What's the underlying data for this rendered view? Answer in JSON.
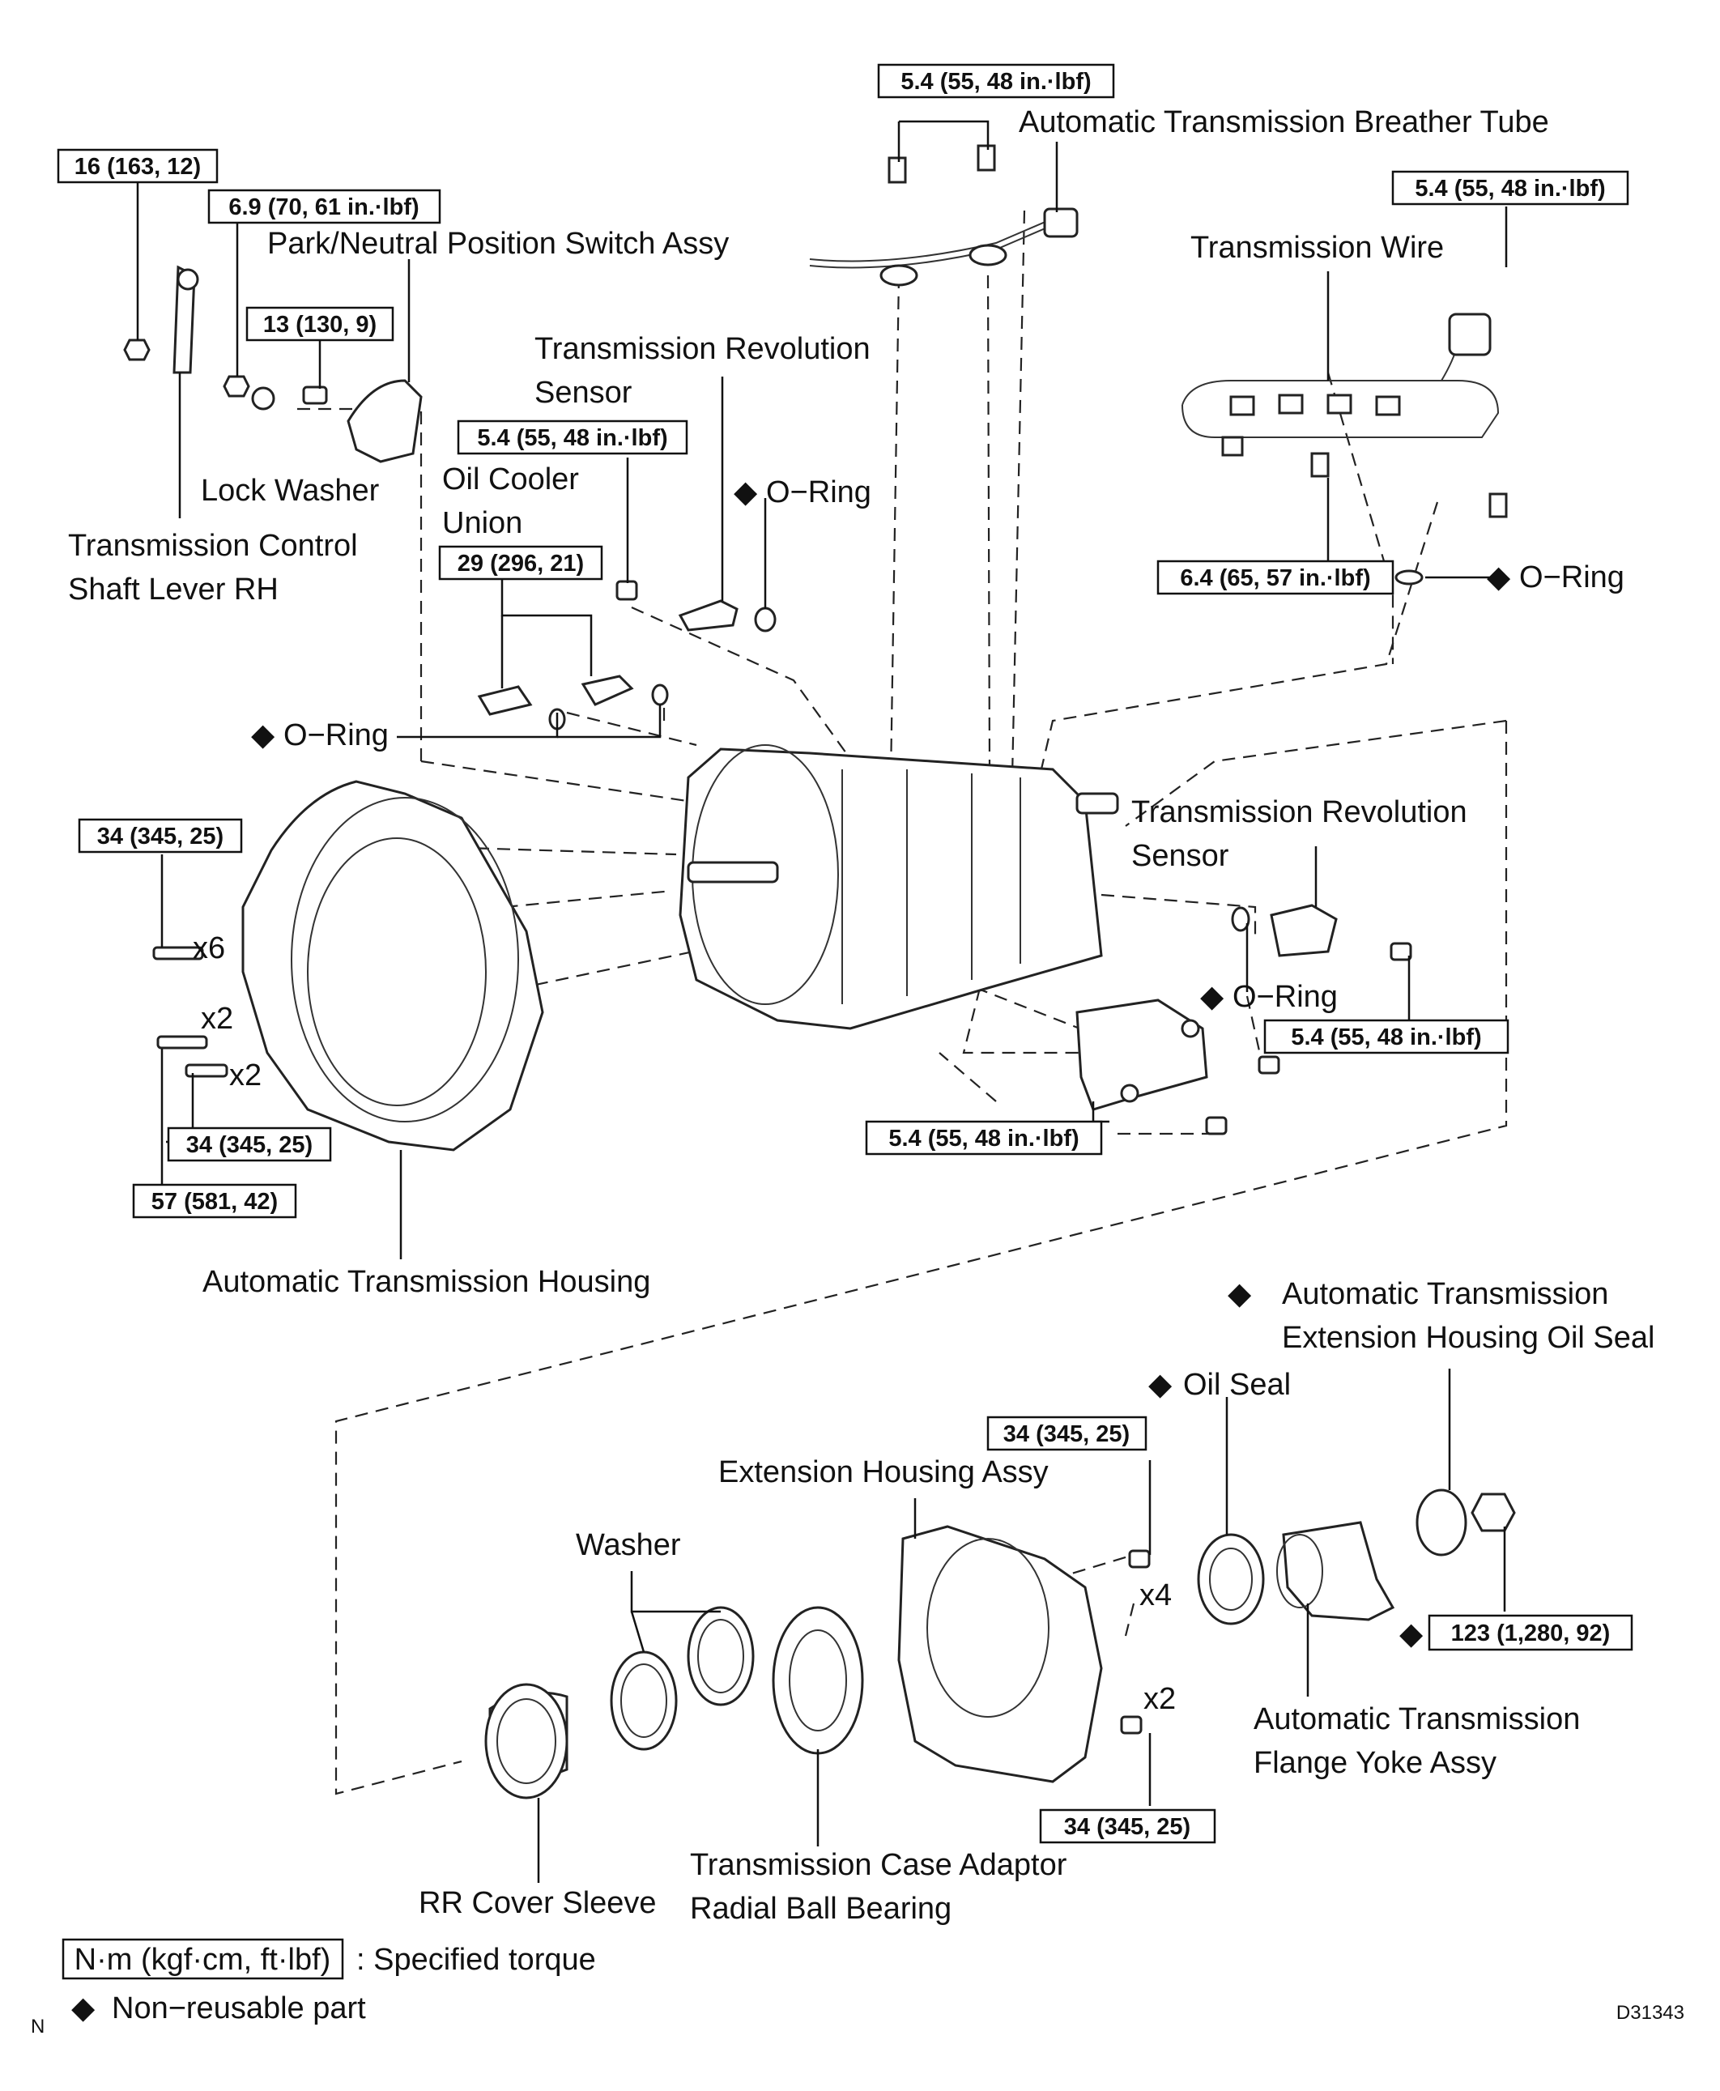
{
  "labels": {
    "breather_tube": "Automatic Transmission Breather Tube",
    "transmission_wire": "Transmission Wire",
    "pn_switch": "Park/Neutral Position Switch Assy",
    "rev_sensor_upper_1": "Transmission Revolution",
    "rev_sensor_upper_2": "Sensor",
    "oil_cooler_1": "Oil Cooler",
    "oil_cooler_2": "Union",
    "lock_washer": "Lock Washer",
    "control_lever_1": "Transmission Control",
    "control_lever_2": "Shaft Lever RH",
    "o_ring": "O−Ring",
    "rev_sensor_lower_1": "Transmission Revolution",
    "rev_sensor_lower_2": "Sensor",
    "housing": "Automatic Transmission Housing",
    "ext_seal_1": "Automatic Transmission",
    "ext_seal_2": "Extension Housing Oil Seal",
    "oil_seal": "Oil Seal",
    "ext_housing": "Extension Housing Assy",
    "washer": "Washer",
    "flange_yoke_1": "Automatic Transmission",
    "flange_yoke_2": "Flange Yoke Assy",
    "bearing_1": "Transmission Case Adaptor",
    "bearing_2": "Radial Ball Bearing",
    "rr_cover": "RR Cover Sleeve"
  },
  "multipliers": {
    "x6": "x6",
    "x2": "x2",
    "x4": "x4"
  },
  "torques": {
    "breather_bolts": "5.4 (55, 48 in.·lbf)",
    "wire_top": "5.4 (55, 48 in.·lbf)",
    "control_lever_nut": "16 (163, 12)",
    "pn_switch_nut": "6.9 (70, 61 in.·lbf)",
    "pn_switch_bolt": "13 (130, 9)",
    "rev_sensor_upper": "5.4 (55, 48 in.·lbf)",
    "oil_cooler": "29 (296, 21)",
    "wire_bracket": "6.4 (65, 57 in.·lbf)",
    "housing_bolts_a": "34 (345, 25)",
    "housing_bolts_b": "34 (345, 25)",
    "housing_bolts_c": "57 (581, 42)",
    "rev_sensor_lower": "5.4 (55, 48 in.·lbf)",
    "cover_plate": "5.4 (55, 48 in.·lbf)",
    "ext_housing_top": "34 (345, 25)",
    "ext_housing_bottom": "34 (345, 25)",
    "flange_nut": "123 (1,280, 92)"
  },
  "legend": {
    "unit_box": "N·m (kgf·cm, ft·lbf)",
    "unit_text": ": Specified torque",
    "nonreusable": "Non−reusable part",
    "diamond": "◆"
  },
  "corner": {
    "left": "N",
    "code": "D31343"
  }
}
